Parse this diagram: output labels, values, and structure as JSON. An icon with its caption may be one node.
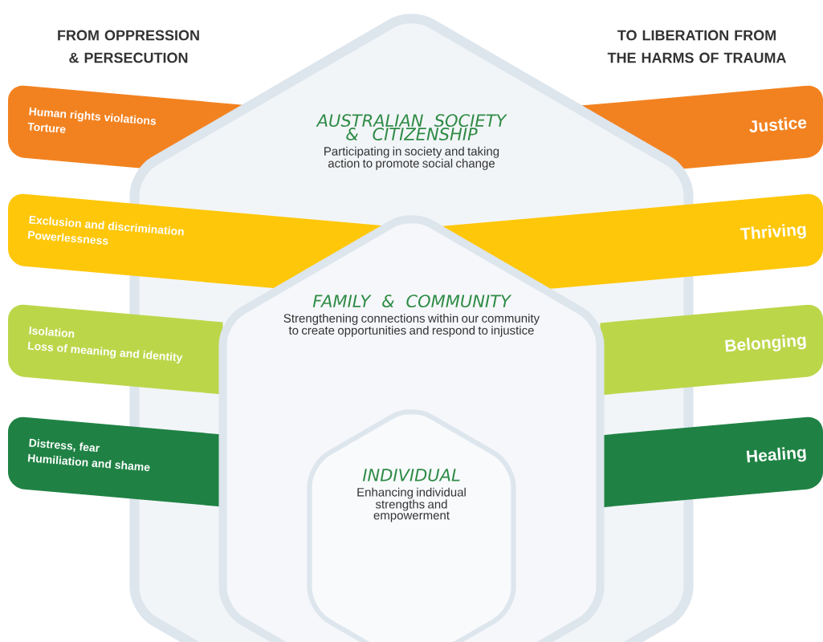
{
  "diagram": {
    "nodes": [
      {
        "text": [
          "AUSTRALIAN SOCIETY & CITIZENSHIP",
          "Participating in society and taking action to promote social change"
        ]
      },
      {
        "text": [
          "FAMILY & COMMUNITY",
          "Strengthening connections within our community to create opportunities and respond to injustice"
        ],
        "in": 0
      },
      {
        "text": [
          "INDIVIDUAL",
          "Enhancing individual strengths and empowerment"
        ],
        "in": 1
      },
      {
        "text": [
          "Human rights violations",
          "Torture"
        ]
      },
      {
        "text": [
          "Exclusion and discrimination",
          "Powerlessness"
        ]
      },
      {
        "text": [
          "Isolation",
          "Loss of meaning and identity"
        ]
      },
      {
        "text": [
          "Distress, fear",
          "Humiliation and shame"
        ]
      },
      {
        "text": [
          "Justice"
        ]
      },
      {
        "text": [
          "Thriving"
        ]
      },
      {
        "text": [
          "Belonging"
        ]
      },
      {
        "text": [
          "Healing"
        ]
      }
    ],
    "labels": [
      "FROM OPPRESSION & PERSECUTION",
      "TO LIBERATION FROM THE HARMS OF TRAUMA"
    ]
  }
}
